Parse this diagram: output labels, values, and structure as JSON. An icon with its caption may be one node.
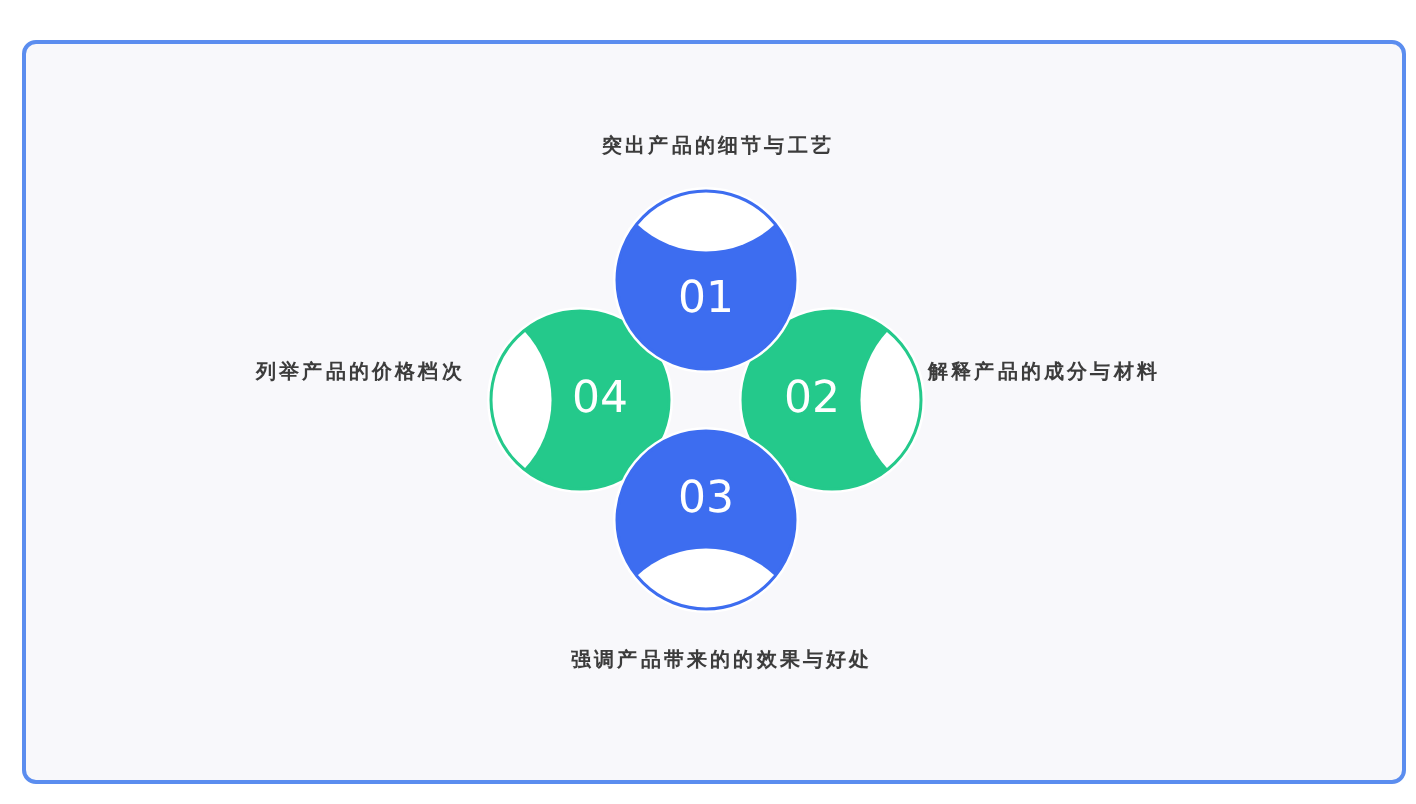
{
  "diagram": {
    "nodes": [
      {
        "text": [
          "01"
        ],
        "beside": [
          "突出产品的细节与工艺"
        ]
      },
      {
        "text": [
          "02"
        ],
        "beside": [
          "解释产品的成分与材料"
        ]
      },
      {
        "text": [
          "03"
        ],
        "beside": [
          "强调产品带来的的效果与好处"
        ]
      },
      {
        "text": [
          "04"
        ],
        "beside": [
          "列举产品的价格档次"
        ]
      }
    ]
  }
}
